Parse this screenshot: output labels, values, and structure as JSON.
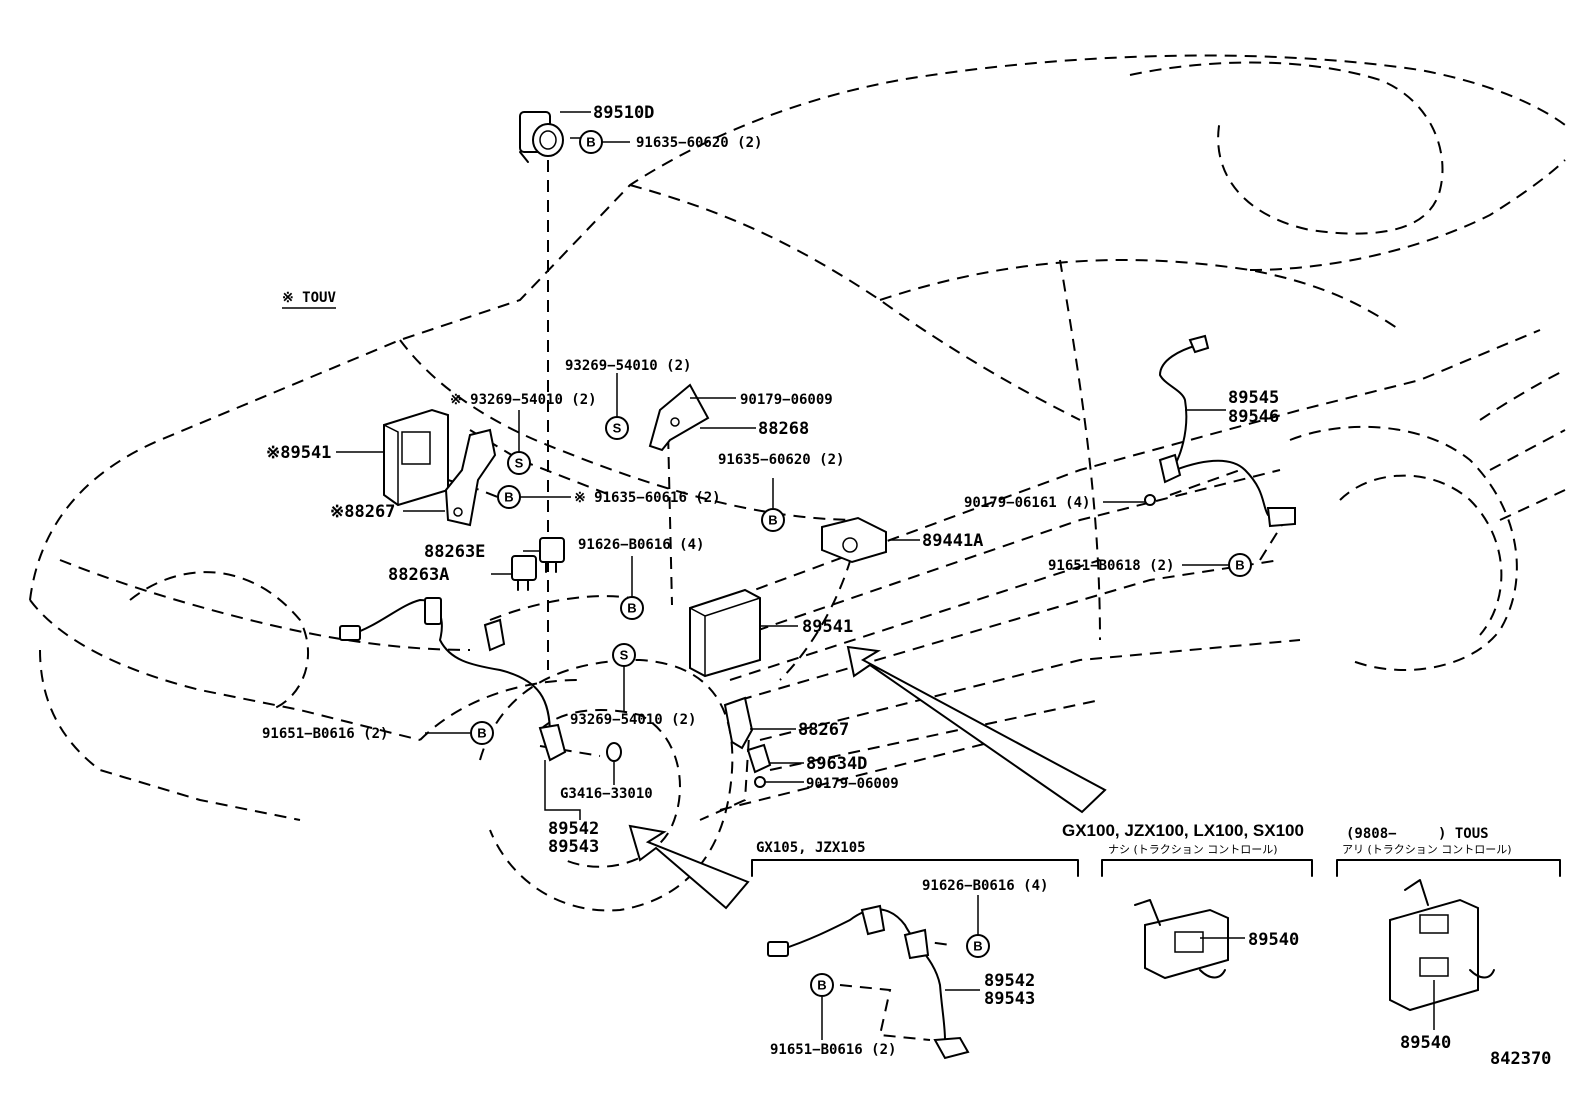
{
  "note": {
    "text": "※ TOUV"
  },
  "symbols": {
    "bolt": "B",
    "screw": "S"
  },
  "callouts": {
    "p89510D": "89510D",
    "p91635_60620_top": "91635−60620 (2)",
    "p93269_54010_mid": "93269−54010 (2)",
    "p90179_06009_top": "90179−06009",
    "p88268": "88268",
    "p93269_54010_left": "※ 93269−54010 (2)",
    "p89541_left": "※89541",
    "p91635_60616": "※ 91635−60616 (2)",
    "p88267_left": "※88267",
    "p91635_60620_mid": "91635−60620 (2)",
    "p88263E": "88263E",
    "p88263A": "88263A",
    "p91626_B0616_mid": "91626−B0616 (4)",
    "p89441A": "89441A",
    "p89545": "89545",
    "p89546": "89546",
    "p90179_06161": "90179−06161 (4)",
    "p91651_B0618": "91651−B0618 (2)",
    "p89541_center": "89541",
    "p91651_B0616_left": "91651−B0616 (2)",
    "p93269_54010_low": "93269−54010 (2)",
    "p88267_center": "88267",
    "p89634D": "89634D",
    "p90179_06009_low": "90179−06009",
    "pG3416": "G3416−33010",
    "p89542_main": "89542",
    "p89543_main": "89543",
    "p91626_B0616_inset": "91626−B0616 (4)",
    "p89542_inset": "89542",
    "p89543_inset": "89543",
    "p91651_B0616_inset": "91651−B0616 (2)",
    "p89540_mid": "89540",
    "p89540_right": "89540"
  },
  "insets": {
    "gx105": {
      "title": "GX105, JZX105"
    },
    "models": {
      "title": "GX100, JZX100, LX100, SX100",
      "date": "(9808−",
      "suffix": ") TOUS"
    },
    "without_tc": {
      "caption": "ナシ (トラクション コントロール)"
    },
    "with_tc": {
      "caption": "アリ (トラクション コントロール)"
    }
  },
  "figure_id": "842370"
}
